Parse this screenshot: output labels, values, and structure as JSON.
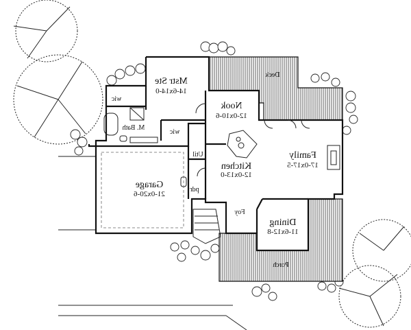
{
  "rooms": {
    "mstr_ste": {
      "name": "Mstr Ste",
      "dims": "14-6x14-0"
    },
    "deck": {
      "name": "Deck"
    },
    "nook": {
      "name": "Nook",
      "dims": "12-0x10-6"
    },
    "wic_1": {
      "name": "wic"
    },
    "wic_2": {
      "name": "wic"
    },
    "m_bath": {
      "name": "M. Bath"
    },
    "family": {
      "name": "Family",
      "dims": "17-0x17-5"
    },
    "util": {
      "name": "Util"
    },
    "kitchen": {
      "name": "Kitchen",
      "dims": "12-0x13-0"
    },
    "garage": {
      "name": "Garage",
      "dims": "21-0x20-6"
    },
    "pdr": {
      "name": "pdr"
    },
    "foy": {
      "name": "Foy"
    },
    "dining": {
      "name": "Dining",
      "dims": "11-6x12-8"
    },
    "porch": {
      "name": "Porch"
    }
  }
}
